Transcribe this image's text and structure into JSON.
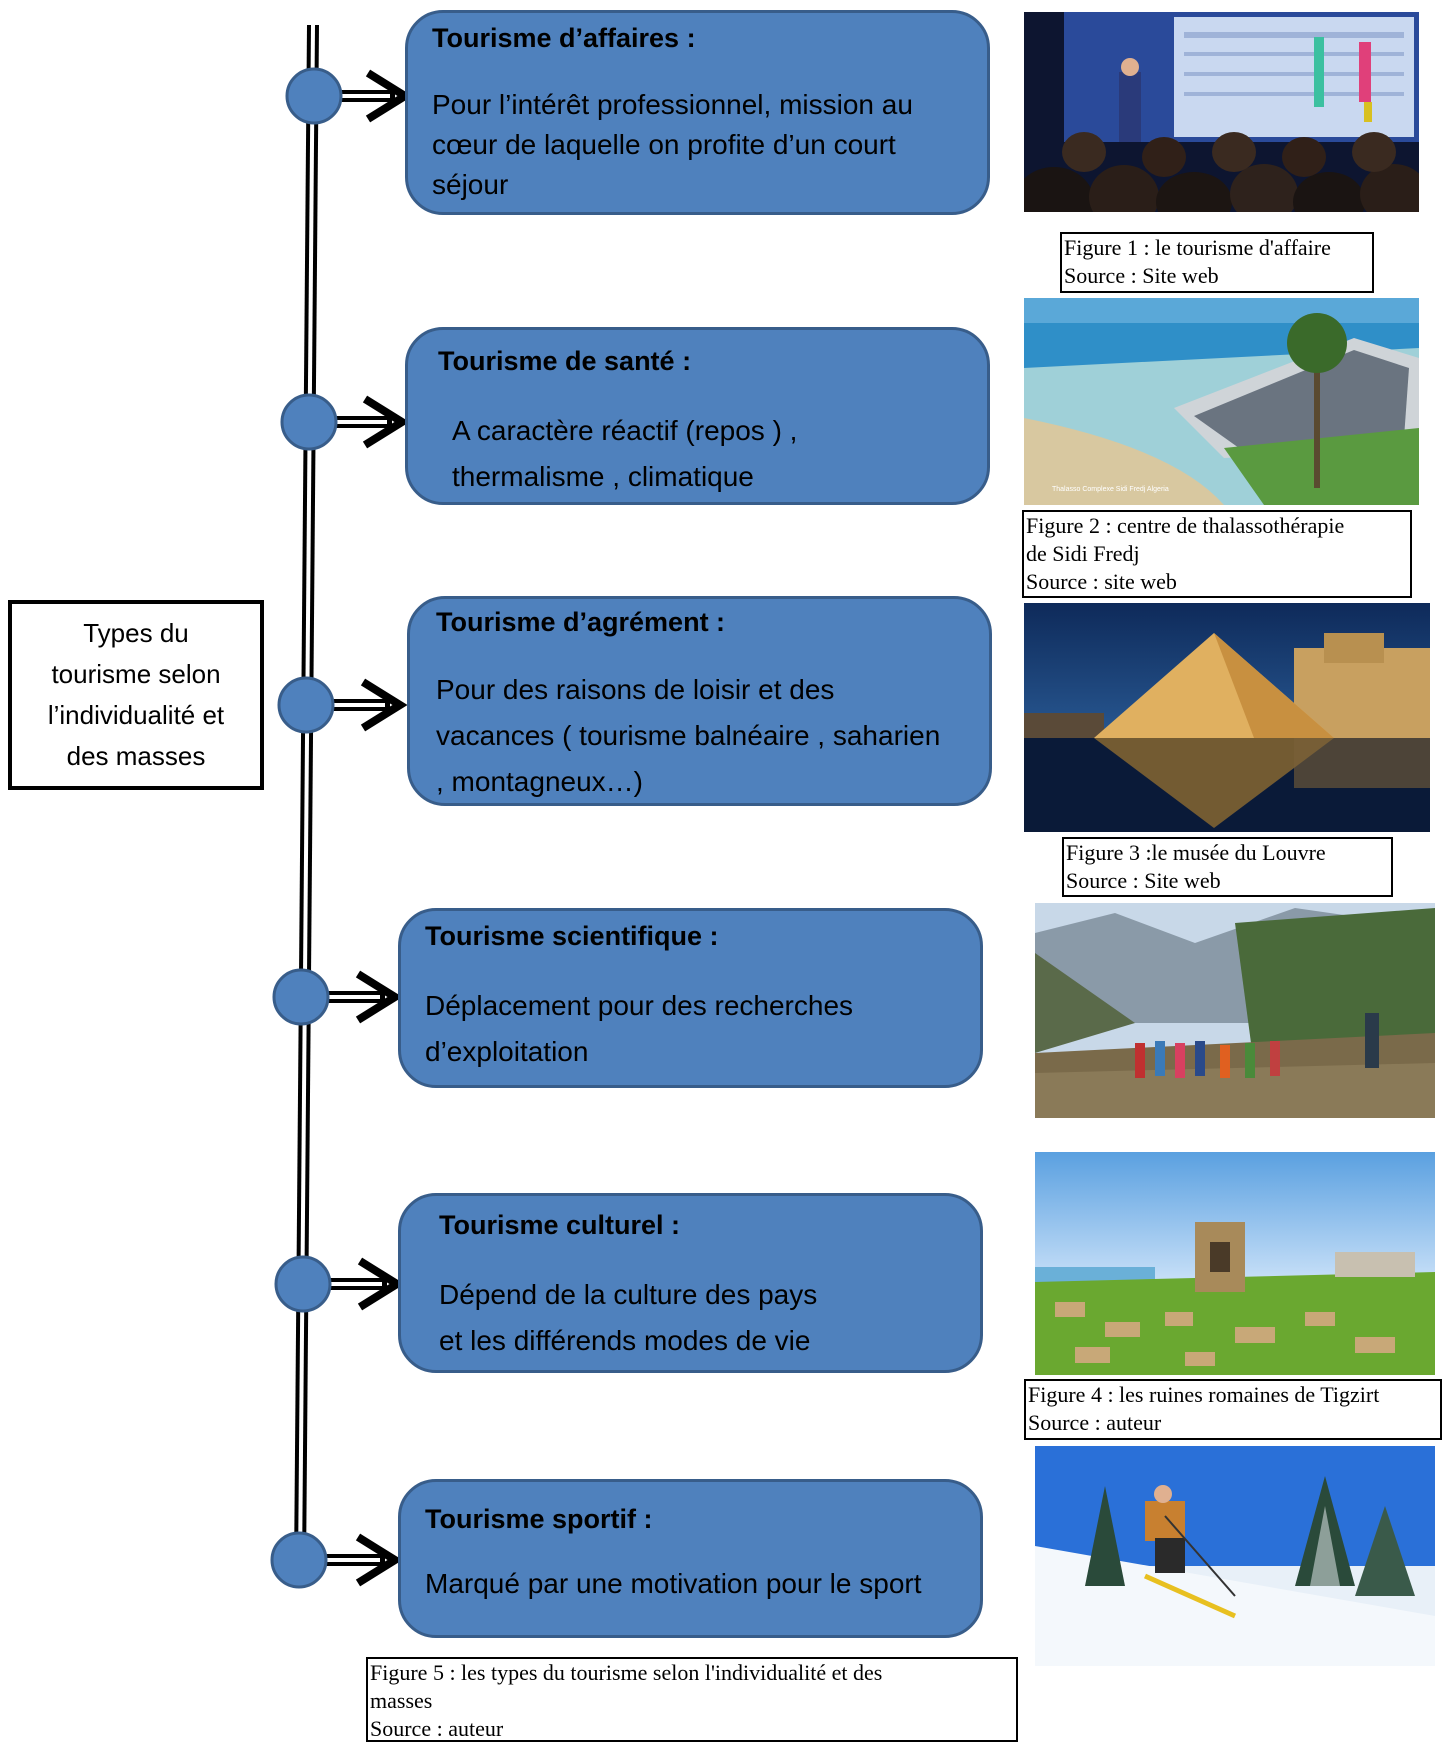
{
  "root": {
    "label": "Types du tourisme selon l’individualité et des masses"
  },
  "types": [
    {
      "title": "Tourisme d’affaires :",
      "description": "Pour l’intérêt professionnel, mission au cœur de laquelle on profite d’un court séjour"
    },
    {
      "title": "Tourisme de santé :",
      "description": "A caractère réactif (repos ) , thermalisme , climatique"
    },
    {
      "title": "Tourisme d’agrément :",
      "description": "Pour des raisons de loisir et des vacances ( tourisme balnéaire , saharien , montagneux…)"
    },
    {
      "title": "Tourisme scientifique :",
      "description": "Déplacement pour des recherches d’exploitation"
    },
    {
      "title": "Tourisme culturel :",
      "description": "Dépend de la culture des pays et les différends modes de vie"
    },
    {
      "title": "Tourisme sportif :",
      "description": "Marqué par une motivation pour le sport"
    }
  ],
  "captions": [
    {
      "line1": "Figure 1 : le tourisme d'affaire",
      "line2": "Source : Site web"
    },
    {
      "line1": "Figure 2 : centre de thalassothérapie",
      "line2": "de Sidi Fredj",
      "line3": "Source : site web"
    },
    {
      "line1": "Figure 3 :le musée du Louvre",
      "line2": "Source : Site web"
    },
    {
      "line1": "Figure 4 : les ruines romaines de Tigzirt",
      "line2": "Source : auteur"
    },
    {
      "line1": "Figure 5 : les types du tourisme selon l'individualité et des",
      "line2": "masses",
      "line3": "Source : auteur"
    }
  ],
  "photos": [
    {
      "icon": "conference-photo"
    },
    {
      "icon": "thalassotherapy-center-photo",
      "watermark": "Thalasso Complexe Sidi Fredj Algeria"
    },
    {
      "icon": "louvre-pyramid-photo"
    },
    {
      "icon": "mountain-hikers-photo"
    },
    {
      "icon": "roman-ruins-photo"
    },
    {
      "icon": "skier-photo"
    }
  ],
  "colors": {
    "box_fill": "#4f81bd",
    "box_border": "#385d8a",
    "node_fill": "#4f81bd"
  }
}
